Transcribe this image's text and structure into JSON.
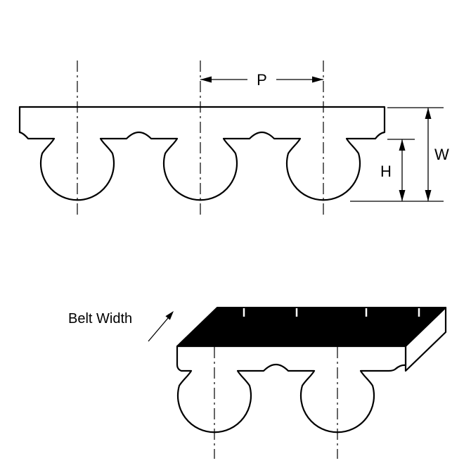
{
  "colors": {
    "background": "#ffffff",
    "line": "#000000",
    "belt_fill": "#ffffff",
    "top_face_fill": "#000000"
  },
  "profile_view": {
    "pitch_label": "P",
    "belt_thickness_label": "W",
    "tooth_height_label": "H"
  },
  "isometric_view": {
    "belt_width_label": "Belt Width"
  }
}
